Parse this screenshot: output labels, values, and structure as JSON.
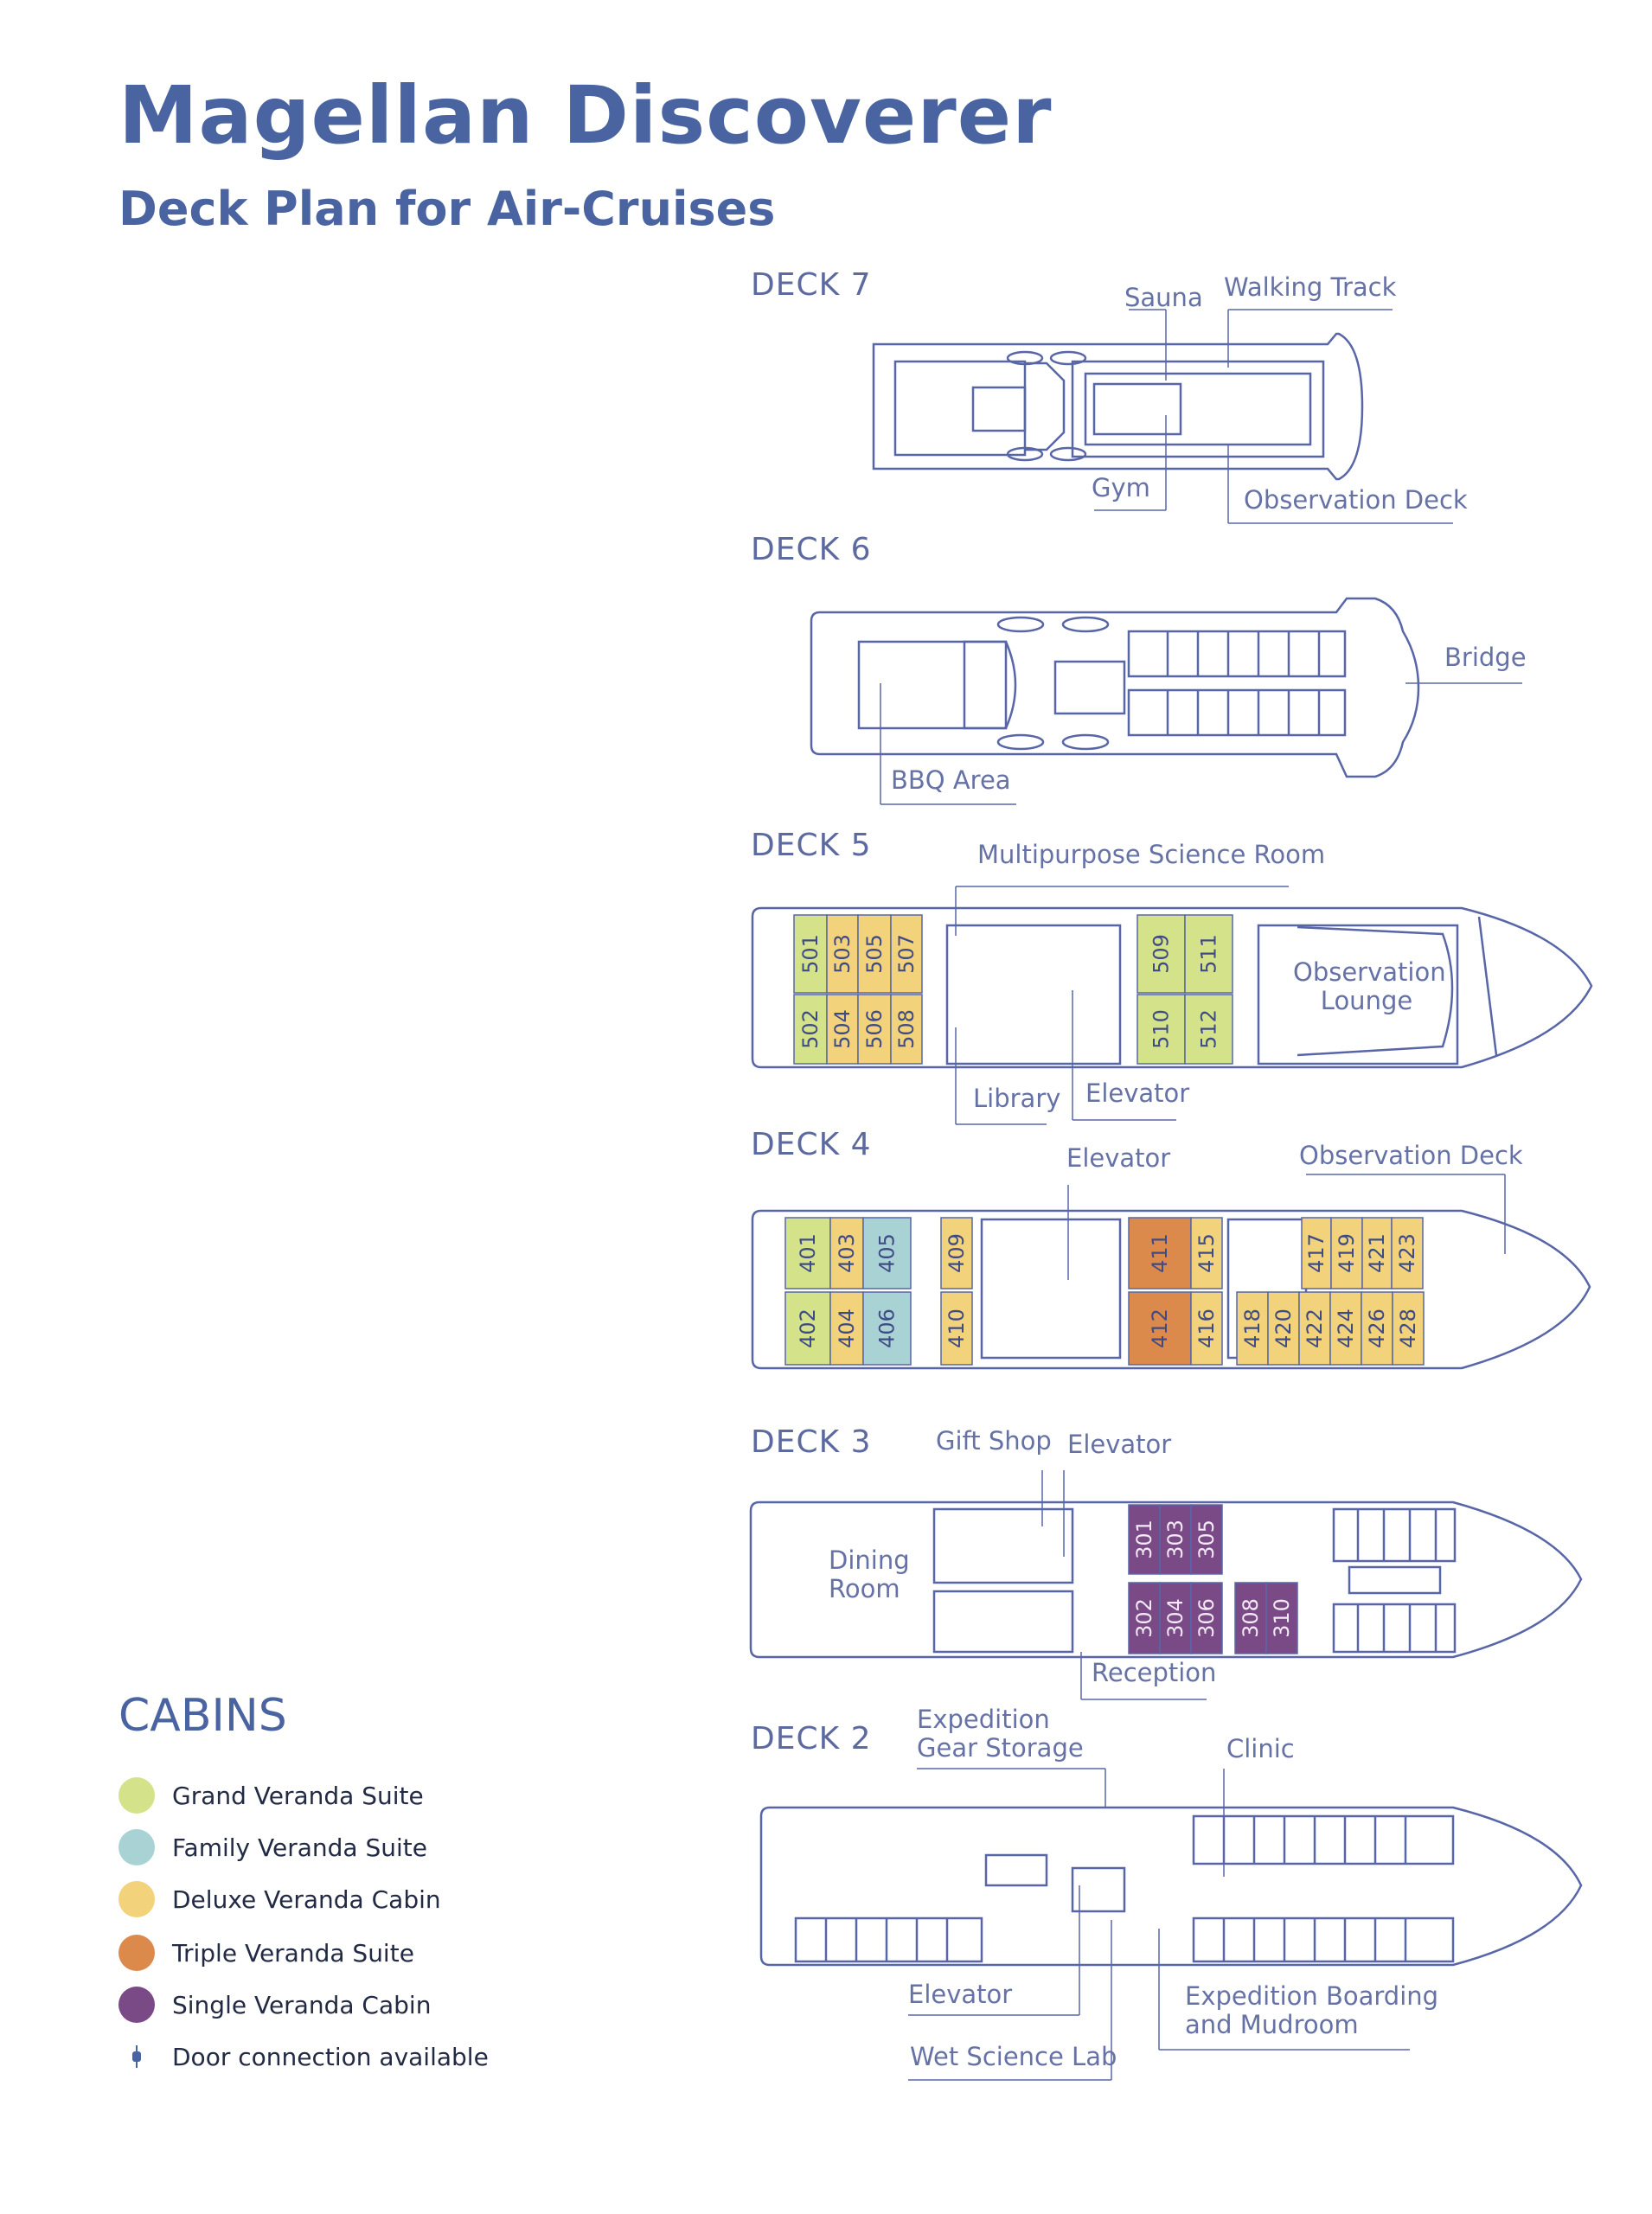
{
  "title": "Magellan Discoverer",
  "subtitle": "Deck Plan for Air-Cruises",
  "colors": {
    "grand": "#d4e38a",
    "family": "#a9d2d4",
    "deluxe": "#f2d27a",
    "triple": "#dc8a4c",
    "single": "#7a4a86",
    "outline": "#5866a8",
    "heading": "#4a64a2"
  },
  "decks": [
    {
      "label": "DECK 7",
      "callouts": [
        "Sauna",
        "Walking Track",
        "Gym",
        "Observation Deck"
      ]
    },
    {
      "label": "DECK 6",
      "callouts": [
        "Bridge",
        "BBQ Area"
      ]
    },
    {
      "label": "DECK 5",
      "callouts": [
        "Multipurpose Science Room",
        "Library",
        "Elevator",
        "Observation Lounge"
      ],
      "cabins": [
        {
          "num": "501",
          "type": "grand"
        },
        {
          "num": "503",
          "type": "deluxe"
        },
        {
          "num": "505",
          "type": "deluxe"
        },
        {
          "num": "507",
          "type": "deluxe"
        },
        {
          "num": "502",
          "type": "grand"
        },
        {
          "num": "504",
          "type": "deluxe"
        },
        {
          "num": "506",
          "type": "deluxe"
        },
        {
          "num": "508",
          "type": "deluxe"
        },
        {
          "num": "509",
          "type": "grand"
        },
        {
          "num": "511",
          "type": "grand"
        },
        {
          "num": "510",
          "type": "grand"
        },
        {
          "num": "512",
          "type": "grand"
        }
      ]
    },
    {
      "label": "DECK 4",
      "callouts": [
        "Elevator",
        "Observation Deck"
      ],
      "cabins": [
        {
          "num": "401",
          "type": "grand"
        },
        {
          "num": "403",
          "type": "deluxe"
        },
        {
          "num": "405",
          "type": "family"
        },
        {
          "num": "409",
          "type": "deluxe"
        },
        {
          "num": "402",
          "type": "grand"
        },
        {
          "num": "404",
          "type": "deluxe"
        },
        {
          "num": "406",
          "type": "family"
        },
        {
          "num": "410",
          "type": "deluxe"
        },
        {
          "num": "411",
          "type": "triple"
        },
        {
          "num": "415",
          "type": "deluxe"
        },
        {
          "num": "412",
          "type": "triple"
        },
        {
          "num": "416",
          "type": "deluxe"
        },
        {
          "num": "417",
          "type": "deluxe"
        },
        {
          "num": "419",
          "type": "deluxe"
        },
        {
          "num": "421",
          "type": "deluxe"
        },
        {
          "num": "423",
          "type": "deluxe"
        },
        {
          "num": "418",
          "type": "deluxe"
        },
        {
          "num": "420",
          "type": "deluxe"
        },
        {
          "num": "422",
          "type": "deluxe"
        },
        {
          "num": "424",
          "type": "deluxe"
        },
        {
          "num": "426",
          "type": "deluxe"
        },
        {
          "num": "428",
          "type": "deluxe"
        }
      ]
    },
    {
      "label": "DECK 3",
      "callouts": [
        "Gift Shop",
        "Elevator",
        "Dining Room",
        "Reception"
      ],
      "cabins": [
        {
          "num": "301",
          "type": "single"
        },
        {
          "num": "303",
          "type": "single"
        },
        {
          "num": "305",
          "type": "single"
        },
        {
          "num": "302",
          "type": "single"
        },
        {
          "num": "304",
          "type": "single"
        },
        {
          "num": "306",
          "type": "single"
        },
        {
          "num": "308",
          "type": "single"
        },
        {
          "num": "310",
          "type": "single"
        }
      ]
    },
    {
      "label": "DECK 2",
      "callouts": [
        "Expedition Gear Storage",
        "Clinic",
        "Elevator",
        "Expedition Boarding and Mudroom",
        "Wet Science Lab"
      ]
    }
  ],
  "legend": {
    "title": "CABINS",
    "items": [
      {
        "label": "Grand Veranda Suite",
        "type": "grand"
      },
      {
        "label": "Family Veranda Suite",
        "type": "family"
      },
      {
        "label": "Deluxe Veranda Cabin",
        "type": "deluxe"
      },
      {
        "label": "Triple Veranda Suite",
        "type": "triple"
      },
      {
        "label": "Single Veranda Cabin",
        "type": "single"
      },
      {
        "label": "Door connection available",
        "type": "door"
      }
    ]
  }
}
